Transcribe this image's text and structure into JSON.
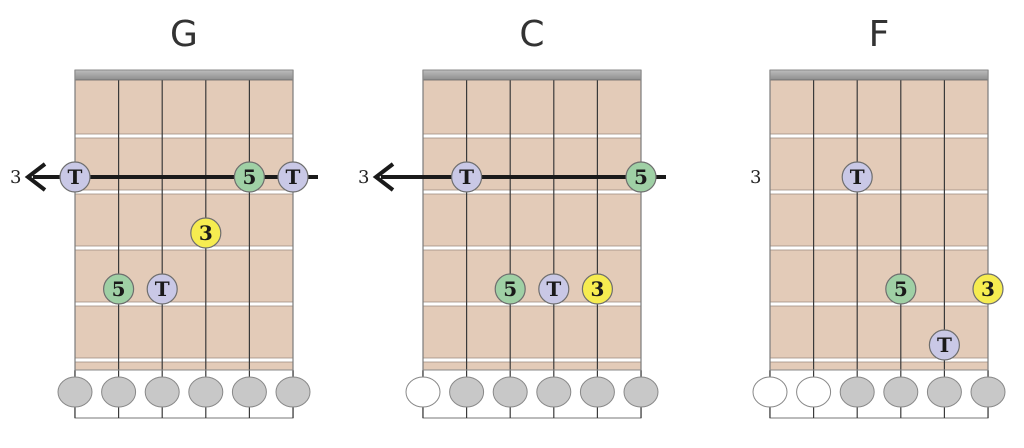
{
  "colors": {
    "board": "#e3cbb8",
    "fret_line": "#ffffff",
    "string_line": "#3a3a3a",
    "tonic": "#c9c8e6",
    "fifth": "#9fd0a5",
    "third": "#f6ec50",
    "open_string": "#ffffff",
    "muted_string": "#c8c8c8",
    "nut_bar": "#a6a6a6"
  },
  "chords": [
    {
      "name": "G",
      "fret_label": "3",
      "has_arrow": true,
      "bottom_markers": [
        "muted",
        "muted",
        "muted",
        "muted",
        "muted",
        "muted"
      ],
      "dots": [
        {
          "string": 0,
          "fret": 2,
          "label": "T",
          "role": "tonic"
        },
        {
          "string": 4,
          "fret": 2,
          "label": "5",
          "role": "fifth"
        },
        {
          "string": 5,
          "fret": 2,
          "label": "T",
          "role": "tonic"
        },
        {
          "string": 3,
          "fret": 3,
          "label": "3",
          "role": "third"
        },
        {
          "string": 1,
          "fret": 4,
          "label": "5",
          "role": "fifth"
        },
        {
          "string": 2,
          "fret": 4,
          "label": "T",
          "role": "tonic"
        }
      ]
    },
    {
      "name": "C",
      "fret_label": "3",
      "has_arrow": true,
      "bottom_markers": [
        "open",
        "muted",
        "muted",
        "muted",
        "muted",
        "muted"
      ],
      "dots": [
        {
          "string": 1,
          "fret": 2,
          "label": "T",
          "role": "tonic"
        },
        {
          "string": 5,
          "fret": 2,
          "label": "5",
          "role": "fifth"
        },
        {
          "string": 2,
          "fret": 4,
          "label": "5",
          "role": "fifth"
        },
        {
          "string": 3,
          "fret": 4,
          "label": "T",
          "role": "tonic"
        },
        {
          "string": 4,
          "fret": 4,
          "label": "3",
          "role": "third"
        }
      ]
    },
    {
      "name": "F",
      "fret_label": "3",
      "has_arrow": false,
      "bottom_markers": [
        "open",
        "open",
        "muted",
        "muted",
        "muted",
        "muted"
      ],
      "dots": [
        {
          "string": 2,
          "fret": 2,
          "label": "T",
          "role": "tonic"
        },
        {
          "string": 3,
          "fret": 4,
          "label": "5",
          "role": "fifth"
        },
        {
          "string": 5,
          "fret": 4,
          "label": "3",
          "role": "third"
        },
        {
          "string": 4,
          "fret": 5,
          "label": "T",
          "role": "tonic"
        }
      ]
    }
  ]
}
